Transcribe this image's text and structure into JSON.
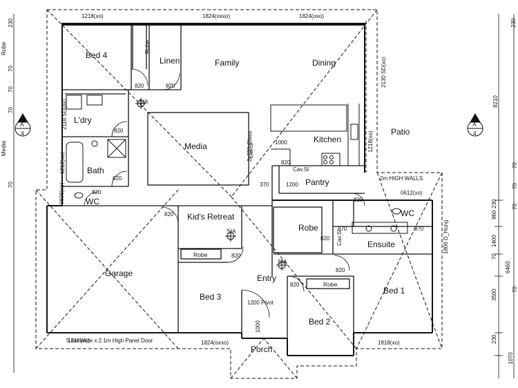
{
  "rooms": {
    "bed4": "Bed 4",
    "robe_top": "Robe",
    "linen": "Linen",
    "family": "Family",
    "dining": "Dining",
    "laundry": "L'dry",
    "media": "Media",
    "kitchen": "Kitchen",
    "patio": "Patio",
    "bath": "Bath",
    "pantry": "Pantry",
    "wc_left": "WC",
    "kids_retreat": "Kid's Retreat",
    "robe_master": "Robe",
    "wc_right": "WC",
    "ensuite": "Ensuite",
    "garage": "Garage",
    "robe_bed3": "Robe",
    "entry": "Entry",
    "bed1": "Bed 1",
    "bed3": "Bed 3",
    "robe_bed2": "Robe",
    "bed2": "Bed 2",
    "porch": "Porch"
  },
  "doors": {
    "d1": "820",
    "d2": "820",
    "d3": "820",
    "d4": "820",
    "d5": "820",
    "d6": "820",
    "d7": "820",
    "d8": "820",
    "d9": "820",
    "d10": "820",
    "d11": "820",
    "d12": "820",
    "d13": "870",
    "d14": "870"
  },
  "windows": {
    "top1": "1218(xo)",
    "top2": "1824(oxxo)",
    "top3": "1824(oxo)",
    "bottom1": "1818(xo)",
    "bottom2": "1824(oxxo)",
    "bottom3": "1818(xo)",
    "dining_sd": "2130 SD(xo)",
    "kitchen_win": "1218(xo)",
    "ldry_sd": "2118 SD(ox)",
    "bath_win": "1212(xo)",
    "wc_win": "0606(xo)",
    "wc_right_win": "0612(xo)",
    "bed1_win": "1806 D_Hung"
  },
  "notes": {
    "glass": "2x720 Glass",
    "cav": "Cav.Sl",
    "cav2": "Cav.Sl",
    "cav3": "Cav.Sl",
    "highwalls": "2m HIGH WALLS",
    "garage_door": "5.2m Wide x 2.1m High Panel Door",
    "pivot": "1200 Pivot",
    "sla1": "S/A",
    "sla2": "S/A",
    "sla3": "S/A",
    "d1000": "1000",
    "d370": "370",
    "d1200": "1200",
    "d1000b": "1000"
  },
  "section": {
    "left_letter": "A",
    "left_num": "4",
    "right_letter": "A",
    "right_num": "4"
  },
  "left_dims": [
    "230",
    "70",
    "70",
    "70",
    "70"
  ],
  "left_labels": {
    "robe": "Robe",
    "media": "Media"
  },
  "right_dims": {
    "d230a": "230",
    "d8210": "8210",
    "d70a": "70",
    "d70b": "70",
    "d230b": "230",
    "d960": "960",
    "d1400": "1400",
    "d70c": "70",
    "d6460": "6460",
    "d3500": "3500",
    "d230c": "230",
    "d1070": "1070",
    "d70d": "70",
    "d70e": "70"
  }
}
